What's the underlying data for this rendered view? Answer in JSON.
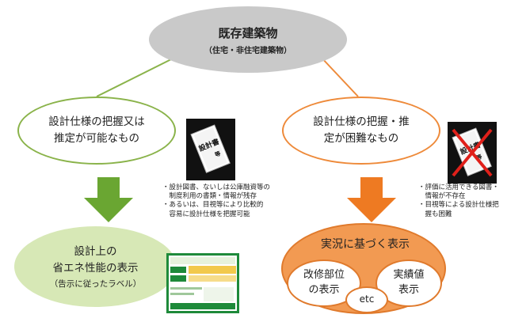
{
  "top": {
    "title": "既存建築物",
    "subtitle": "（住宅・非住宅建築物）"
  },
  "left": {
    "oval_text": "設計仕様の把握又は\n推定が可能なもの",
    "book_text": "設計書",
    "book_sub": "等",
    "note": "・設計図書、ないしは公庫融資等の\n　制度利用の書類・情報が残存\n・あるいは、目視等により比較的\n　容易に設計仕様を把握可能",
    "result_title": "設計上の\n省エネ性能の表示",
    "result_sub": "（告示に従ったラベル）"
  },
  "right": {
    "oval_text": "設計仕様の把握・推\n定が困難なもの",
    "book_text": "設計書",
    "book_sub": "等",
    "note": "・評価に活用できる図書・\n　情報が不存在\n・目視等による設計仕様把\n　握も困難",
    "result_title": "実況に基づく表示",
    "inner_a": "改修部位\nの表示",
    "inner_b": "実績値\n表示",
    "inner_etc": "etc"
  },
  "colors": {
    "green_line": "#8ab34a",
    "orange_line": "#ee8a3a",
    "green_arrow": "#6aa632",
    "orange_arrow": "#ee7a22",
    "cross_red": "#e0201a"
  }
}
